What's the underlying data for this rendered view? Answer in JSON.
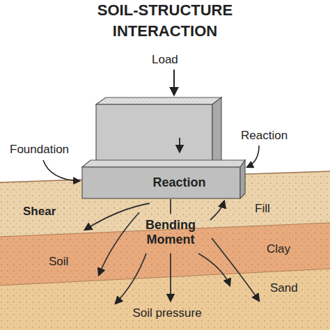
{
  "diagram": {
    "title": "SOIL-STRUCTURE INTERACTION",
    "nodes": [
      {
        "text": [
          "Reaction"
        ]
      }
    ],
    "labels": [
      "Load",
      "Foundation",
      "Reaction",
      "Shear",
      "Bending Moment",
      "Soil",
      "Fill",
      "Clay",
      "Sand",
      "Soil pressure"
    ]
  }
}
